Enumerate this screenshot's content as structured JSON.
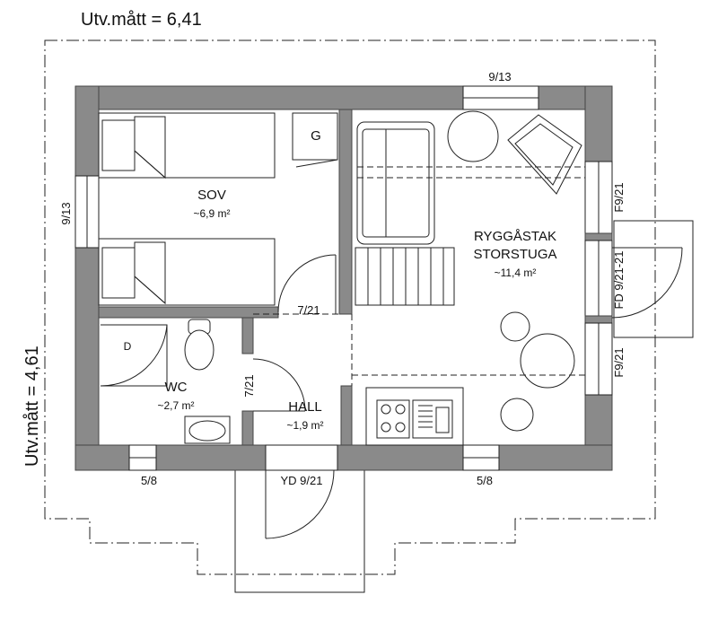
{
  "outer": {
    "width_label": "Utv.mått = 6,41",
    "height_label": "Utv.mått = 4,61"
  },
  "rooms": {
    "sov": {
      "name": "SOV",
      "area": "~6,9 m²"
    },
    "wc": {
      "name": "WC",
      "area": "~2,7 m²"
    },
    "hall": {
      "name": "HALL",
      "area": "~1,9 m²"
    },
    "storstuga": {
      "name_line1": "RYGGÅSTAK",
      "name_line2": "STORSTUGA",
      "area": "~11,4 m²"
    }
  },
  "fixtures": {
    "wardrobe": "G",
    "shower": "D"
  },
  "openings": {
    "window_top": "9/13",
    "window_left": "9/13",
    "window_bottom_left": "5/8",
    "window_bottom_right": "5/8",
    "door_sov": "7/21",
    "door_wc": "7/21",
    "door_entry": "YD 9/21",
    "window_right_top": "F9/21",
    "door_right": "FD 9/21-21",
    "window_right_bottom": "F9/21"
  }
}
